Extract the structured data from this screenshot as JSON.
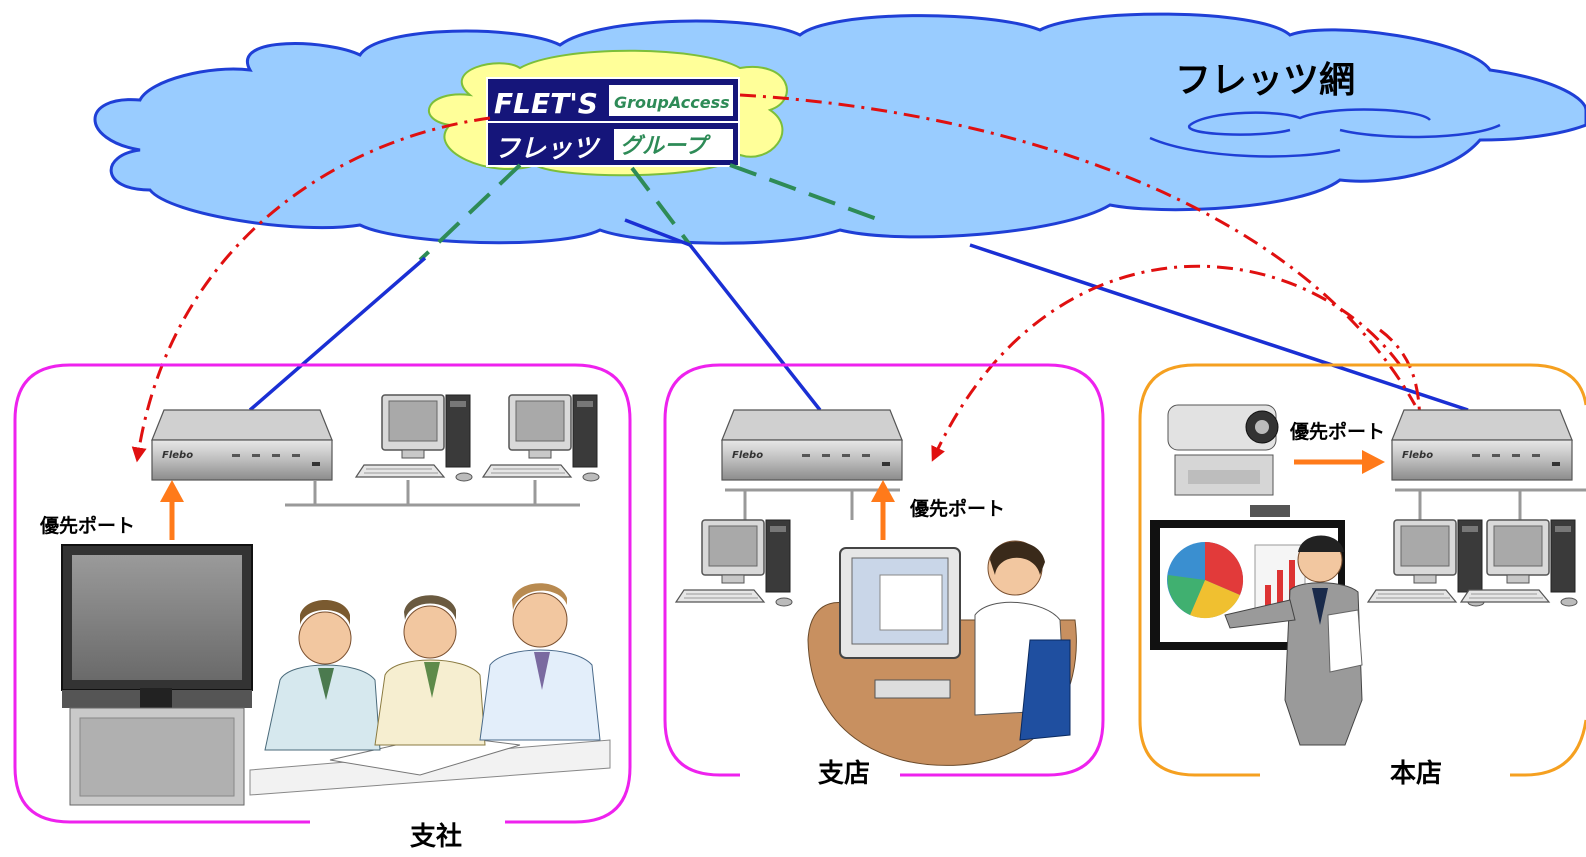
{
  "network": {
    "cloud_label": "フレッツ網",
    "logo_line1_left": "FLET'S",
    "logo_line1_right": "GroupAccess",
    "logo_line2_left": "フレッツ",
    "logo_line2_right": "グループ"
  },
  "sites": {
    "shisha": {
      "label": "支社",
      "priority_label": "優先ポート",
      "border_color": "#ee22ee"
    },
    "shiten": {
      "label": "支店",
      "priority_label": "優先ポート",
      "border_color": "#ee22ee"
    },
    "honten": {
      "label": "本店",
      "priority_label": "優先ポート",
      "border_color": "#f5a020"
    }
  },
  "colors": {
    "cloud_fill": "#99ccff",
    "cloud_stroke": "#1f3fd6",
    "access_line": "#1a2fd4",
    "virtual_link": "#2e8b57",
    "priority_flow": "#e01010",
    "arrow_orange": "#ff7a1a",
    "logo_bg": "#15157a",
    "logo_halo": "#ffff99"
  },
  "icons": [
    "router-icon",
    "pc-icon",
    "tv-conference-icon",
    "camera-icon",
    "projector-screen-icon",
    "meeting-people-icon",
    "office-worker-icon",
    "presenter-icon"
  ]
}
